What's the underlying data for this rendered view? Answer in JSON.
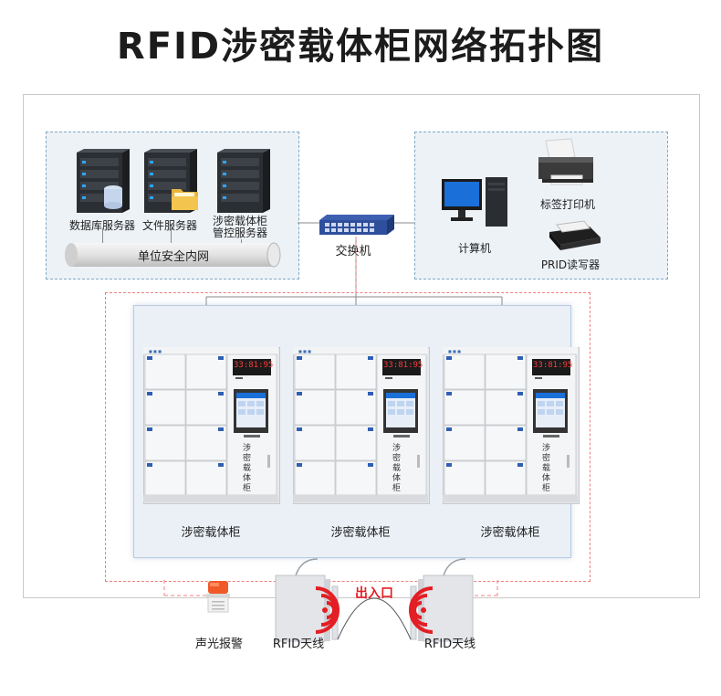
{
  "title": "RFID涉密载体柜网络拓扑图",
  "servers": [
    {
      "label": "数据库服务器"
    },
    {
      "label": "文件服务器"
    },
    {
      "label": "涉密载体柜\n管控服务器"
    }
  ],
  "intranet_label": "单位安全内网",
  "switch_label": "交换机",
  "right_devices": {
    "computer": "计算机",
    "label_printer": "标签打印机",
    "reader": "PRID读写器"
  },
  "cabinet": {
    "clock_text": "33:81:95",
    "side_text": "涉密载体柜",
    "captions": [
      "涉密载体柜",
      "涉密载体柜",
      "涉密载体柜"
    ]
  },
  "gate": {
    "entrance_label": "出入口",
    "alarm_label": "声光报警",
    "antenna_left": "RFID天线",
    "antenna_right": "RFID天线"
  },
  "colors": {
    "line_gray": "#8a8a8a",
    "line_red": "#f08080",
    "accent_red": "#e31e24",
    "panel_blue": "#edf2f7",
    "monitor_blue": "#1a6fd8"
  }
}
